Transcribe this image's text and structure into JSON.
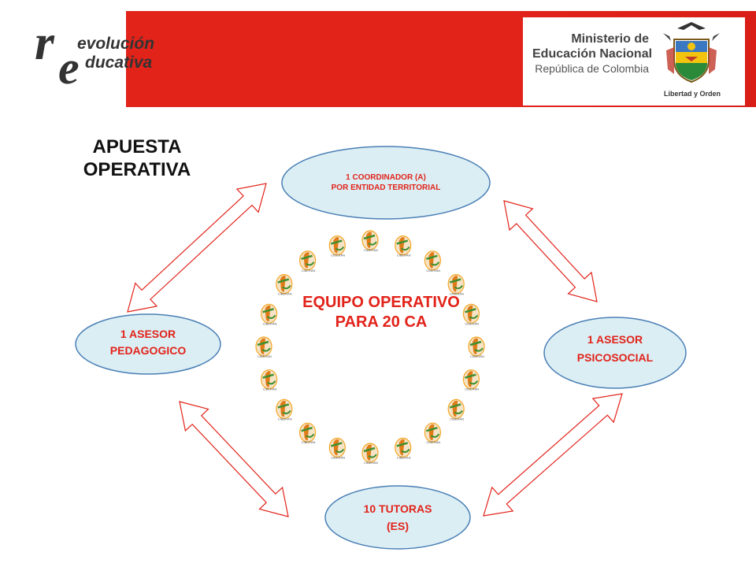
{
  "header": {
    "logo": {
      "r": "r",
      "e": "e",
      "word1": "evolución",
      "word2": "ducativa"
    },
    "ministry": {
      "line1": "Ministerio de",
      "line2": "Educación Nacional",
      "line3": "República de Colombia"
    },
    "motto": "Libertad y Orden",
    "colors": {
      "band": "#e2231a",
      "text": "#444444"
    }
  },
  "diagram": {
    "title": "APUESTA OPERATIVA",
    "center": "EQUIPO OPERATIVO PARA 20 CA",
    "nodes": {
      "coordinator": {
        "line1": "1 COORDINADOR (A)",
        "line2": "POR ENTIDAD TERRITORIAL"
      },
      "pedagogic": {
        "line1": "1 ASESOR",
        "line2": "PEDAGOGICO"
      },
      "psychosocial": {
        "line1": "1 ASESOR",
        "line2": "PSICOSOCIAL"
      },
      "tutors": {
        "line1": "10 TUTORAS",
        "line2": "(ES)"
      }
    },
    "ring_icon_count": 20,
    "ring_icon_caption": "CIBERÁN",
    "colors": {
      "ellipse_fill": "#dbeef4",
      "ellipse_stroke": "#4a7fb5",
      "arrow": "#e2231a",
      "label": "#e2231a"
    }
  }
}
